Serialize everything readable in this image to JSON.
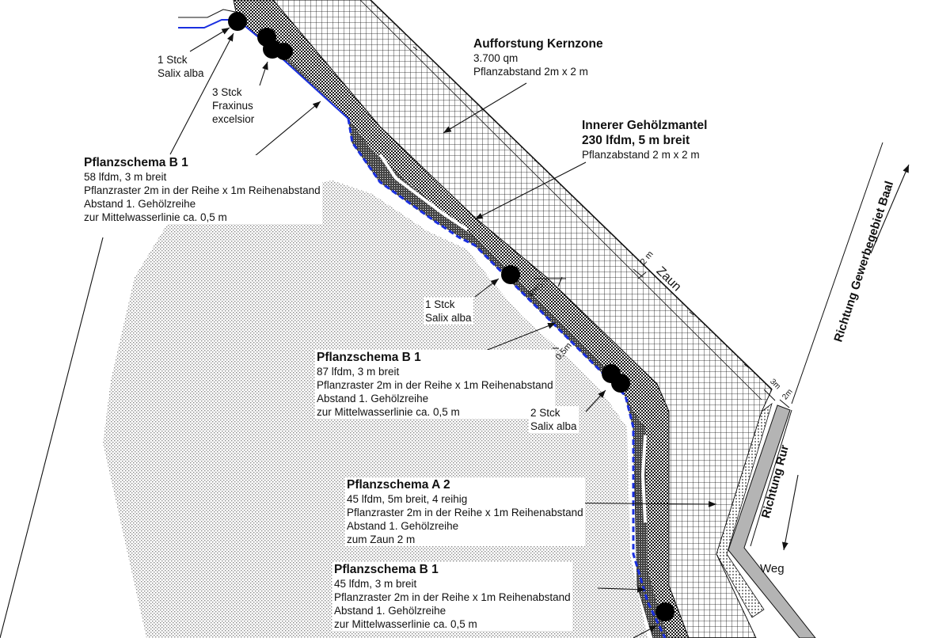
{
  "colors": {
    "water_line": "#1a2fe0",
    "weg": "#b4b4b4",
    "ink": "#111111"
  },
  "labels": {
    "salix_top": {
      "l1": "1 Stck",
      "l2": "Salix alba"
    },
    "fraxinus": {
      "l1": "3 Stck",
      "l2": "Fraxinus",
      "l3": "excelsior"
    },
    "kernzone": {
      "title": "Aufforstung Kernzone",
      "l1": "3.700 qm",
      "l2": "Pflanzabstand 2m x 2 m"
    },
    "mantel": {
      "title": "Innerer Gehölzmantel",
      "title2": "230 lfdm, 5 m breit",
      "l1": "Pflanzabstand 2 m x 2 m"
    },
    "b1_top": {
      "title": "Pflanzschema B 1",
      "l1": "58 lfdm, 3 m breit",
      "l2": "Pflanzraster 2m in der Reihe x 1m Reihenabstand",
      "l3": "Abstand 1. Gehölzreihe",
      "l4": "zur Mittelwasserlinie ca. 0,5 m"
    },
    "salix_mid": {
      "l1": "1 Stck",
      "l2": "Salix alba"
    },
    "b1_mid": {
      "title": "Pflanzschema B 1",
      "l1": "87 lfdm, 3 m breit",
      "l2": "Pflanzraster 2m in der Reihe x 1m Reihenabstand",
      "l3": "Abstand 1. Gehölzreihe",
      "l4": "zur Mittelwasserlinie ca. 0,5 m"
    },
    "salix_2": {
      "l1": "2 Stck",
      "l2": "Salix alba"
    },
    "a2": {
      "title": "Pflanzschema A 2",
      "l1": "45 lfdm, 5m breit, 4 reihig",
      "l2": "Pflanzraster 2m in der Reihe x 1m Reihenabstand",
      "l3": "Abstand 1. Gehölzreihe",
      "l4": "zum Zaun 2 m"
    },
    "b1_bot": {
      "title": "Pflanzschema B 1",
      "l1": "45 lfdm, 3 m breit",
      "l2": "Pflanzraster 2m in der Reihe x 1m Reihenabstand",
      "l3": "Abstand 1. Gehölzreihe",
      "l4": "zur Mittelwasserlinie ca. 0,5 m"
    },
    "zaun": "Zaun",
    "weg": "Weg",
    "richtung_baal": "Richtung Gewerbegebiet Baal",
    "richtung_rur": "Richtung Rur",
    "dim_2m": "2 m",
    "dim_3m5m": "3m|5m",
    "dim_05m": "0,5m",
    "dim_3m": "3m",
    "dim_2m_b": "2m"
  }
}
